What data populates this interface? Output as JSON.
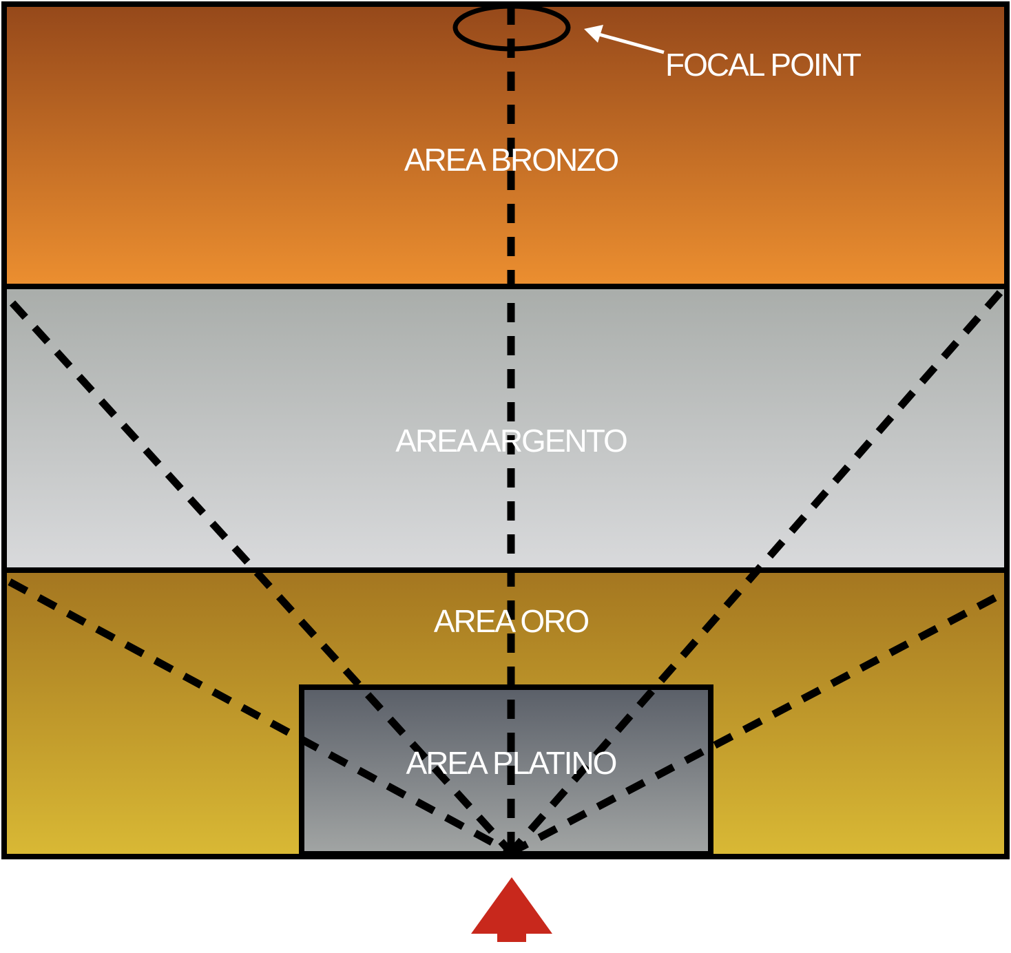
{
  "labels": {
    "focal_point": "FOCAL POINT",
    "area_bronzo": "AREA BRONZO",
    "area_argento": "AREA ARGENTO",
    "area_oro": "AREA ORO",
    "area_platino": "AREA PLATINO"
  },
  "colors": {
    "bronzo_top": "#95481a",
    "bronzo_bottom": "#ec8f30",
    "argento_top": "#a9adaa",
    "argento_bottom": "#d9dadc",
    "oro_top": "#a47620",
    "oro_bottom": "#d9b935",
    "platino_top": "#5a5f68",
    "platino_bottom": "#a2a5a4",
    "outline": "#000000",
    "arrow": "#c8281c",
    "text": "#ffffff"
  }
}
